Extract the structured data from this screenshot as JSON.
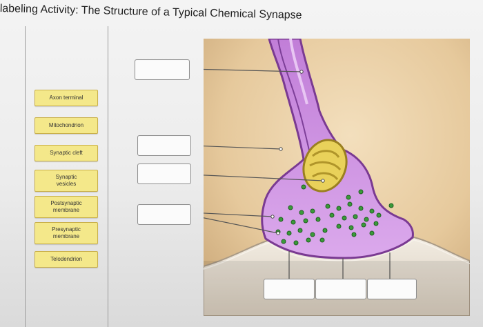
{
  "page_title": "labeling Activity: The Structure of a Typical Chemical Synapse",
  "label_bank": [
    {
      "id": "axon-terminal",
      "label": "Axon terminal"
    },
    {
      "id": "mitochondrion",
      "label": "Mitochondrion"
    },
    {
      "id": "synaptic-cleft",
      "label": "Synaptic cleft"
    },
    {
      "id": "synaptic-vesicles",
      "label": "Synaptic vesicles"
    },
    {
      "id": "postsynaptic-membrane",
      "label": "Postsynaptic membrane"
    },
    {
      "id": "presynaptic-membrane",
      "label": "Presynaptic membrane"
    },
    {
      "id": "telodendrion",
      "label": "Telodendrion"
    }
  ],
  "colors": {
    "chip_fill": "#f4e88a",
    "neuron_fill": "#c98bdc",
    "vesicle": "#3a9a3a",
    "tissue": "#e3c79b"
  }
}
